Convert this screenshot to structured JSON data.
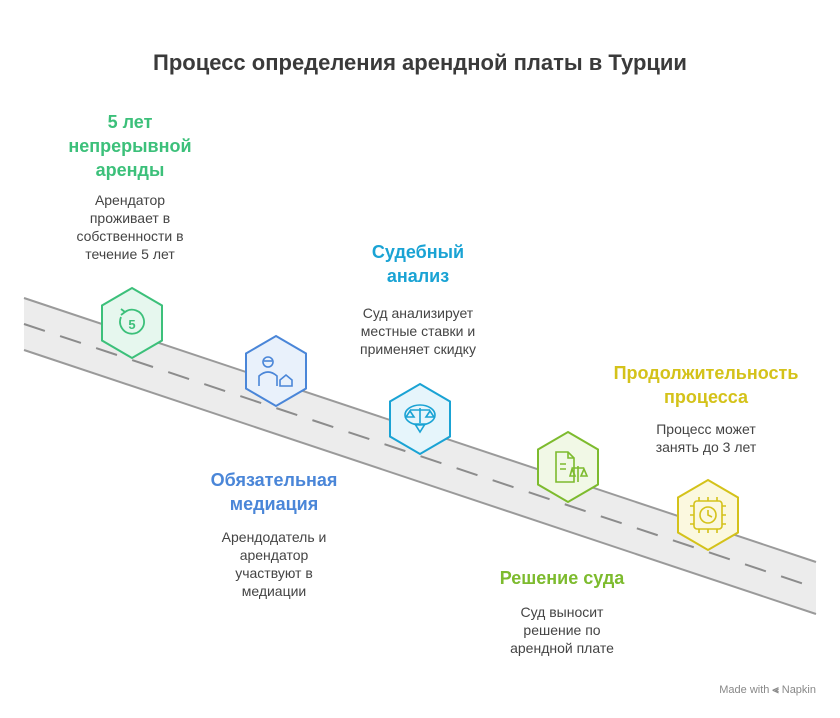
{
  "title": "Процесс определения арендной платы в Турции",
  "steps": [
    {
      "title": "5 лет\nнепрерывной\nаренды",
      "desc": "Арендатор\nпроживает в\nсобственности в\nтечение 5 лет",
      "color": "#3cc07a",
      "icon": "timer-5-icon",
      "icon_text": "5"
    },
    {
      "title": "Обязательная\nмедиация",
      "desc": "Арендодатель и\nарендатор\nучаствуют в\nмедиации",
      "color": "#4a86d8",
      "icon": "person-house-icon"
    },
    {
      "title": "Судебный\nанализ",
      "desc": "Суд анализирует\nместные ставки и\nприменяет скидку",
      "color": "#1aa3d4",
      "icon": "scales-icon"
    },
    {
      "title": "Решение суда",
      "desc": "Суд выносит\nрешение по\nарендной плате",
      "color": "#7dbb2e",
      "icon": "document-scales-icon"
    },
    {
      "title": "Продолжительность\nпроцесса",
      "desc": "Процесс может\nзанять до 3 лет",
      "color": "#d4c21a",
      "icon": "clock-chip-icon"
    }
  ],
  "watermark": {
    "prefix": "Made with",
    "brand": "Napkin"
  }
}
